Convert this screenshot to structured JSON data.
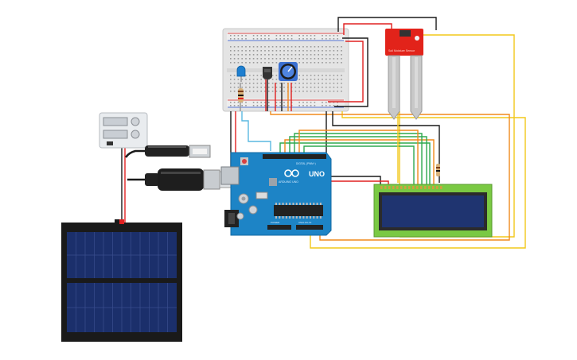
{
  "labels": {
    "arduino_brand": "UNO",
    "arduino_model": "ARDUINO",
    "arduino_sub": "ARDUINO UNO",
    "digital_header": "DIGITAL (PWM~)",
    "power_header": "POWER",
    "analog_header": "ANALOG IN",
    "sensor_name": "Soil Moisture Sensor"
  },
  "colors": {
    "red": "#e02020",
    "black": "#1a1a1a",
    "yellow": "#f2c81a",
    "orange": "#f08a1c",
    "green": "#2fa84f",
    "blue": "#5ab8e0",
    "arduino": "#1d84c6",
    "lcd_pcb": "#7ac943",
    "lcd_screen": "#1f3470",
    "sensor_pcb": "#e2231a",
    "solar": "#1b2f6b"
  },
  "icons": [
    "usb-plug-icon",
    "barrel-jack-icon",
    "potentiometer-knob-icon",
    "arduino-logo-icon"
  ]
}
